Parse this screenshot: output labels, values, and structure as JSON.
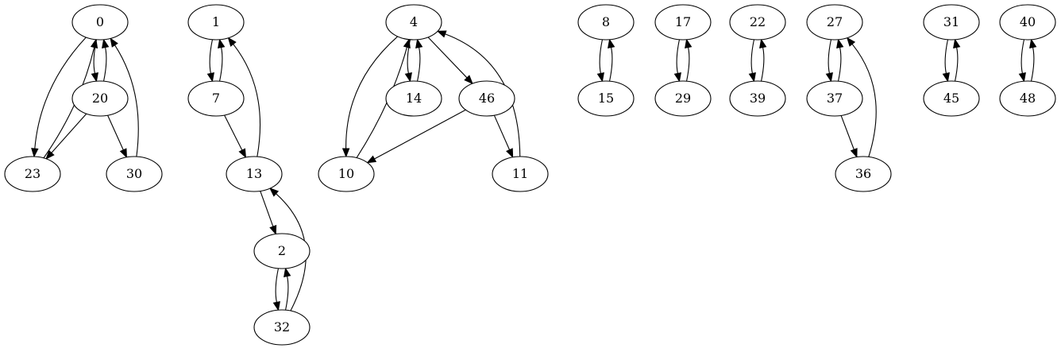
{
  "graph": {
    "directed": true,
    "nodes": [
      "0",
      "20",
      "23",
      "30",
      "1",
      "7",
      "13",
      "2",
      "32",
      "4",
      "14",
      "46",
      "10",
      "11",
      "8",
      "15",
      "17",
      "29",
      "22",
      "39",
      "27",
      "37",
      "36",
      "31",
      "45",
      "40",
      "48"
    ],
    "edges": [
      [
        "0",
        "20"
      ],
      [
        "20",
        "0"
      ],
      [
        "0",
        "23"
      ],
      [
        "23",
        "0"
      ],
      [
        "20",
        "23"
      ],
      [
        "20",
        "30"
      ],
      [
        "30",
        "0"
      ],
      [
        "1",
        "7"
      ],
      [
        "7",
        "1"
      ],
      [
        "7",
        "13"
      ],
      [
        "13",
        "1"
      ],
      [
        "13",
        "2"
      ],
      [
        "2",
        "32"
      ],
      [
        "32",
        "2"
      ],
      [
        "32",
        "13"
      ],
      [
        "4",
        "14"
      ],
      [
        "14",
        "4"
      ],
      [
        "4",
        "46"
      ],
      [
        "4",
        "10"
      ],
      [
        "10",
        "4"
      ],
      [
        "46",
        "10"
      ],
      [
        "46",
        "11"
      ],
      [
        "11",
        "4"
      ],
      [
        "8",
        "15"
      ],
      [
        "15",
        "8"
      ],
      [
        "17",
        "29"
      ],
      [
        "29",
        "17"
      ],
      [
        "22",
        "39"
      ],
      [
        "39",
        "22"
      ],
      [
        "27",
        "37"
      ],
      [
        "37",
        "27"
      ],
      [
        "37",
        "36"
      ],
      [
        "36",
        "27"
      ],
      [
        "31",
        "45"
      ],
      [
        "45",
        "31"
      ],
      [
        "40",
        "48"
      ],
      [
        "48",
        "40"
      ]
    ]
  }
}
